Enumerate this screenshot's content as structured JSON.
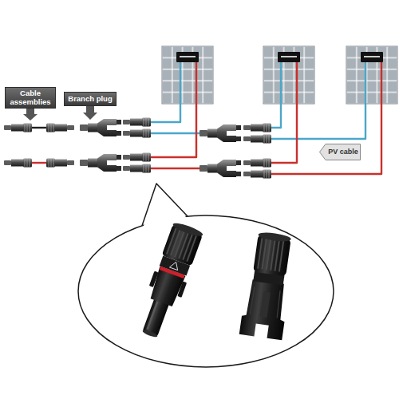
{
  "diagram": {
    "nodes": [
      {
        "text": [
          "Cable assemblies"
        ]
      },
      {
        "text": [
          "Branch plug"
        ]
      },
      {
        "text": [
          "PV cable"
        ]
      }
    ]
  }
}
